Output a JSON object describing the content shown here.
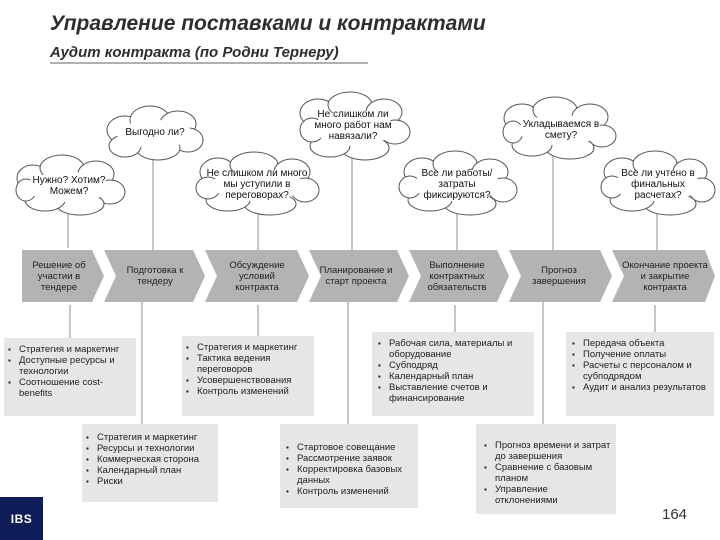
{
  "header": {
    "title": "Управление поставками и контрактами",
    "subtitle": "Аудит контракта (по Родни Тернеру)"
  },
  "questions": [
    "Выгодно ли?",
    "Не слишком ли много работ нам навязали?",
    "Укладываемся в смету?",
    "Нужно? Хотим? Можем?",
    "Не слишком ли много мы уступили в переговорах?",
    "Все ли работы/затраты фиксируются?",
    "Все ли учтено в финальных расчетах?"
  ],
  "stages": [
    "Решение об участии в тендере",
    "Подготовка к тендеру",
    "Обсуждение условий контракта",
    "Планирование и старт проекта",
    "Выполнение контрактных обязательств",
    "Прогноз завершения",
    "Окончание проекта и закрытие контракта"
  ],
  "lists": {
    "decision": [
      "Стратегия и маркетинг",
      "Доступные ресурсы и технологии",
      "Соотношение cost-benefits"
    ],
    "tender": [
      "Стратегия и маркетинг",
      "Ресурсы и технологии",
      "Коммерческая сторона",
      "Календарный план",
      "Риски"
    ],
    "negotiation": [
      "Стратегия и маркетинг",
      "Тактика ведения переговоров",
      "Усовершенствования",
      "Контроль изменений"
    ],
    "planning": [
      "Стартовое совещание",
      "Рассмотрение заявок",
      "Корректировка базовых данных",
      "Контроль изменений"
    ],
    "execution": [
      "Рабочая сила, материалы и оборудование",
      "Субподряд",
      "Календарный план",
      "Выставление счетов и финансирование"
    ],
    "forecast": [
      "Прогноз времени и затрат до завершения",
      "Сравнение с базовым планом",
      "Управление отклонениями"
    ],
    "closure": [
      "Передача объекта",
      "Получение оплаты",
      "Расчеты с персоналом и субподрядом",
      "Аудит и анализ результатов"
    ]
  },
  "footer": {
    "logo": "IBS",
    "page_number": "164"
  },
  "colors": {
    "box_fill": "#e6e6e6",
    "cloud_fill": "#ffffff",
    "arrow": "#b3b3b3",
    "logo_bg": "#0e1d57"
  }
}
